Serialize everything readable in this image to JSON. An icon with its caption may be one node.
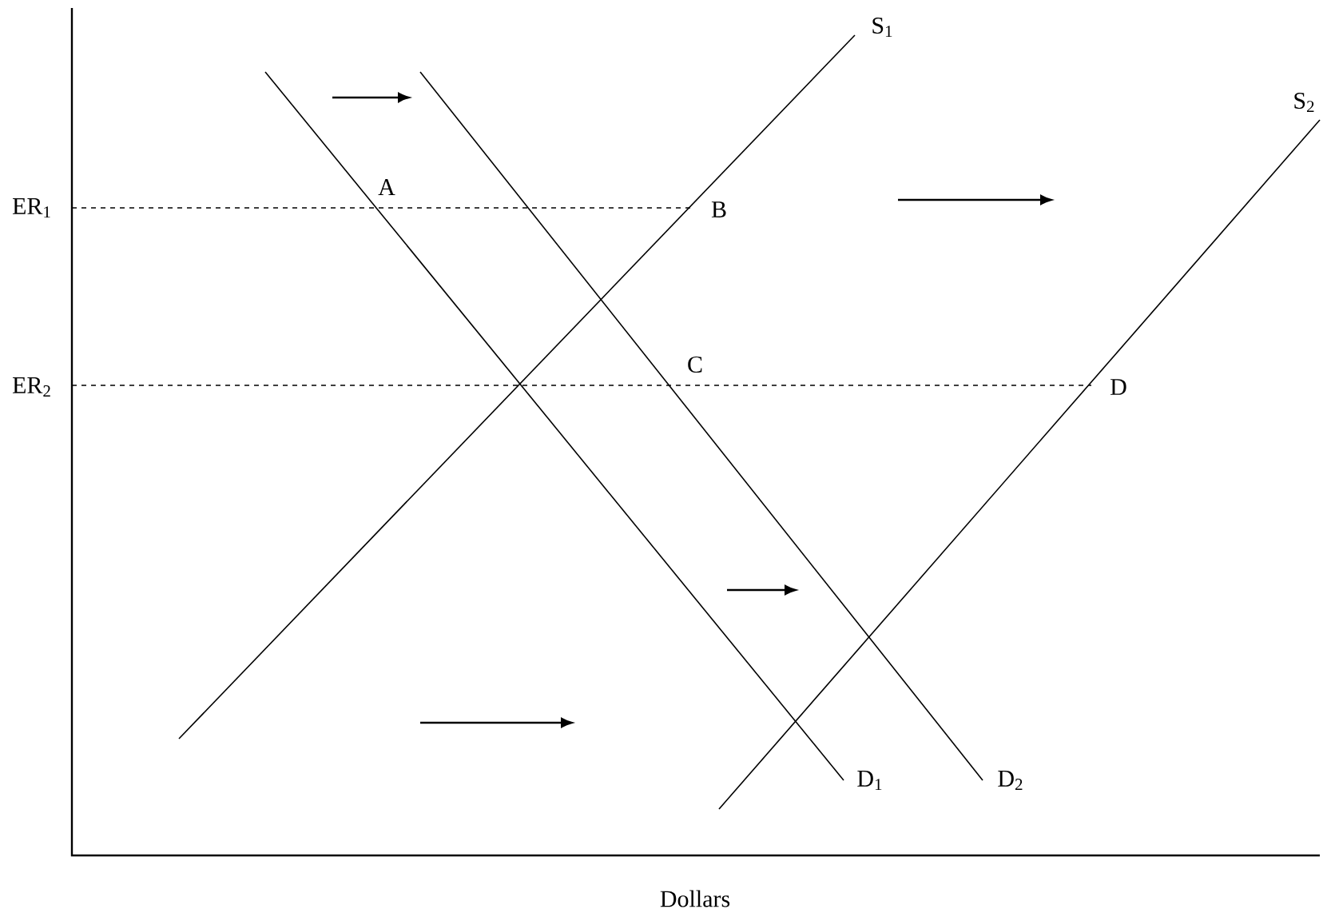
{
  "diagram": {
    "labels": [
      "S$_{1}$",
      "S$_{2}$",
      "A",
      "ER$_{1}$",
      "B",
      "C",
      "ER$_{2}$",
      "D",
      "D$_{1}$",
      "D$_{2}$",
      "Dollars"
    ]
  }
}
